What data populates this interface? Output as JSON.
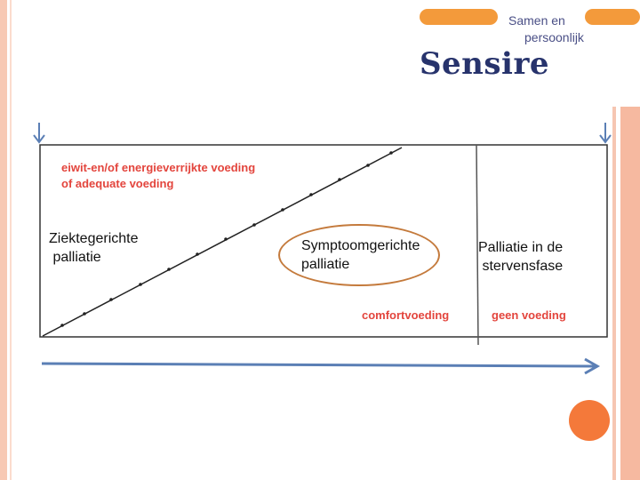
{
  "logo": {
    "tagline_line1": "Samen en",
    "tagline_line2": "persoonlijk",
    "brand": "Sensire"
  },
  "diagram": {
    "notes": {
      "feeding_line1": "eiwit-en/of energieverrijkte voeding",
      "feeding_line2": "of adequate voeding",
      "comfort": "comfortvoeding",
      "none": "geen voeding"
    },
    "phases": {
      "disease_line1": "Ziektegerichte",
      "disease_line2": " palliatie",
      "symptom_line1": "Symptoomgerichte",
      "symptom_line2": "palliatie",
      "dying_line1": "Palliatie in de",
      "dying_line2": " stervensfase"
    }
  },
  "colors": {
    "accent_orange": "#f39a3b",
    "brand_navy": "#27336c",
    "arrow_blue": "#5b7fb5",
    "note_red": "#e3453d"
  },
  "icons": [
    "down-arrow-icon",
    "timeline-arrow-icon"
  ]
}
